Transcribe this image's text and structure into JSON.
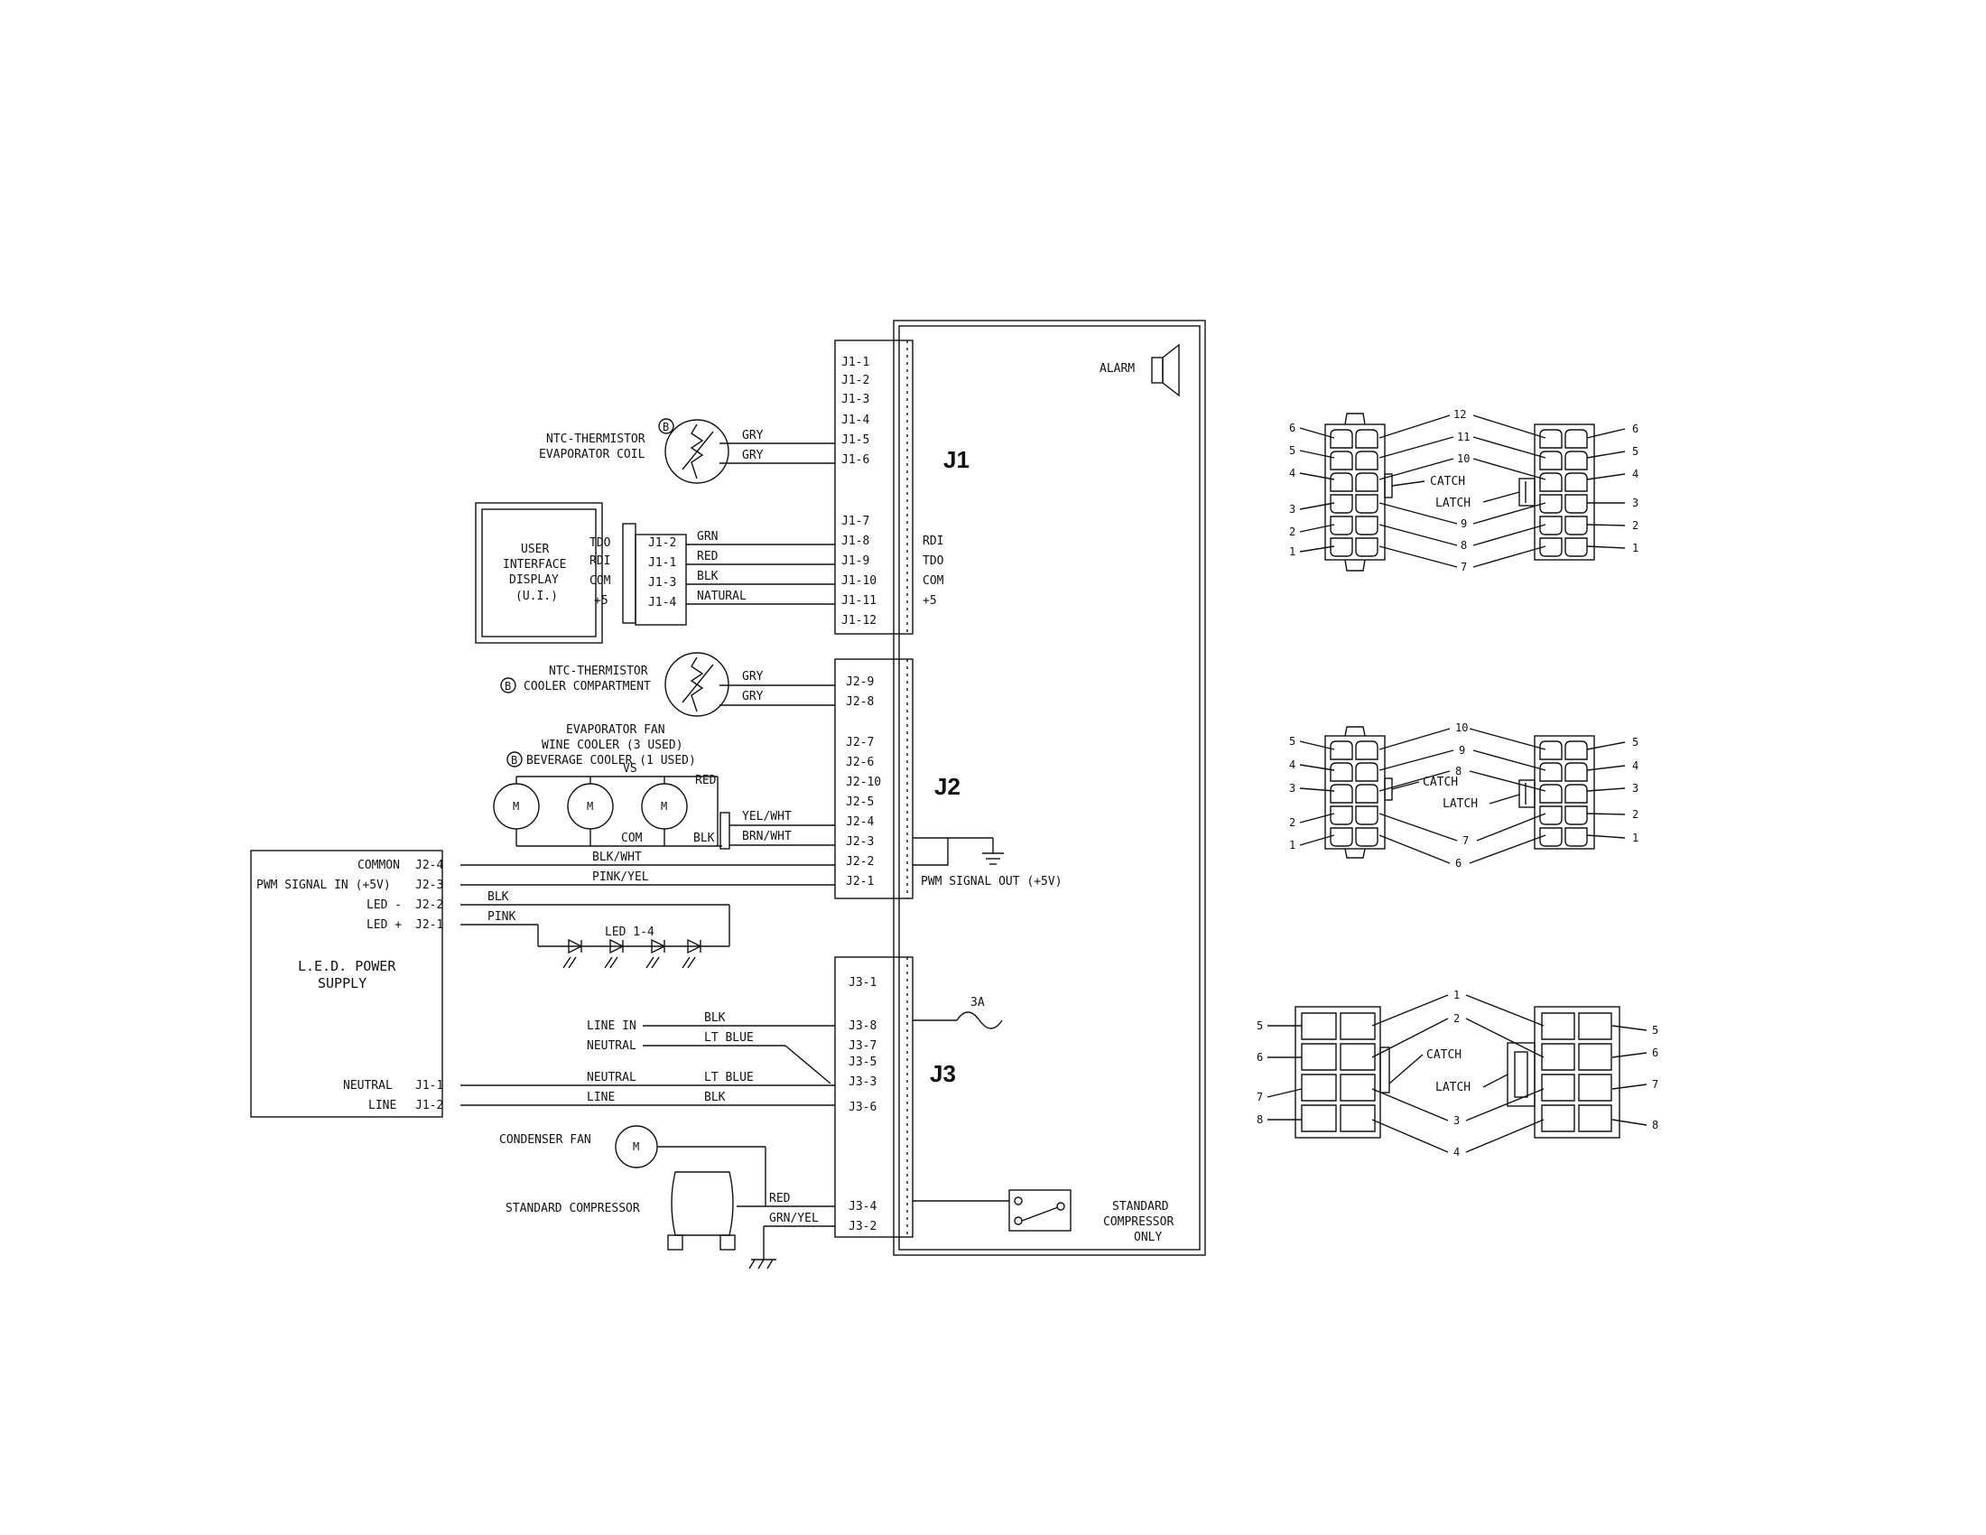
{
  "board": {
    "j1_title": "J1",
    "j2_title": "J2",
    "j3_title": "J3",
    "alarm": "ALARM",
    "j1_pins": [
      "J1-1",
      "J1-2",
      "J1-3",
      "J1-4",
      "J1-5",
      "J1-6",
      "J1-7",
      "J1-8",
      "J1-9",
      "J1-10",
      "J1-11",
      "J1-12"
    ],
    "j1_signals": [
      "RDI",
      "TDO",
      "COM",
      "+5"
    ],
    "j2_pins": [
      "J2-9",
      "J2-8",
      "J2-7",
      "J2-6",
      "J2-10",
      "J2-5",
      "J2-4",
      "J2-3",
      "J2-2",
      "J2-1"
    ],
    "j3_pins": [
      "J3-1",
      "J3-8",
      "J3-7",
      "J3-5",
      "J3-3",
      "J3-6",
      "J3-4",
      "J3-2"
    ],
    "pwm_out": "PWM SIGNAL OUT (+5V)",
    "fuse": "3A",
    "relay_lines": [
      "STANDARD",
      "COMPRESSOR",
      "ONLY"
    ]
  },
  "ntc_evap": {
    "lines": [
      "NTC-THERMISTOR",
      "EVAPORATOR COIL"
    ],
    "marker": "B",
    "wires": [
      "GRY",
      "GRY"
    ]
  },
  "ui": {
    "lines": [
      "USER",
      "INTERFACE",
      "DISPLAY",
      "(U.I.)"
    ],
    "pins_left": [
      "TDO",
      "RDI",
      "COM",
      "+5"
    ],
    "pins": [
      "J1-2",
      "J1-1",
      "J1-3",
      "J1-4"
    ],
    "wires": [
      "GRN",
      "RED",
      "BLK",
      "NATURAL"
    ]
  },
  "ntc_cooler": {
    "lines": [
      "NTC-THERMISTOR",
      "COOLER COMPARTMENT"
    ],
    "marker": "B",
    "wires": [
      "GRY",
      "GRY"
    ]
  },
  "fans": {
    "lines": [
      "EVAPORATOR FAN",
      "WINE COOLER (3 USED)",
      "BEVERAGE COOLER (1 USED)"
    ],
    "marker": "B",
    "motor": "M",
    "vs": "VS",
    "com": "COM",
    "red": "RED",
    "blk": "BLK",
    "wires": [
      "YEL/WHT",
      "BRN/WHT"
    ]
  },
  "led_supply": {
    "lines": [
      "L.E.D. POWER",
      "SUPPLY"
    ],
    "labels": [
      "COMMON",
      "PWM SIGNAL IN (+5V)",
      "LED -",
      "LED +",
      "NEUTRAL",
      "LINE"
    ],
    "pins": [
      "J2-4",
      "J2-3",
      "J2-2",
      "J2-1",
      "J1-1",
      "J1-2"
    ],
    "wires": [
      "BLK/WHT",
      "PINK/YEL",
      "BLK",
      "PINK"
    ],
    "led_label": "LED 1-4"
  },
  "power": {
    "line_in": "LINE IN",
    "neutral": "NEUTRAL",
    "w_blk": "BLK",
    "w_ltblue": "LT BLUE",
    "n2": "NEUTRAL",
    "w_ltblue2": "LT BLUE",
    "line2": "LINE",
    "w_blk2": "BLK"
  },
  "compressor": {
    "condenser_fan": "CONDENSER FAN",
    "motor": "M",
    "label": "STANDARD COMPRESSOR",
    "wires": [
      "RED",
      "GRN/YEL"
    ]
  },
  "conn12": {
    "left_nums": [
      "6",
      "5",
      "4",
      "3",
      "2",
      "1"
    ],
    "mid_nums": [
      "12",
      "11",
      "10",
      "9",
      "8",
      "7"
    ],
    "right_nums": [
      "6",
      "5",
      "4",
      "3",
      "2",
      "1"
    ],
    "catch": "CATCH",
    "latch": "LATCH"
  },
  "conn10": {
    "left_nums": [
      "5",
      "4",
      "3",
      "2",
      "1"
    ],
    "mid_nums": [
      "10",
      "9",
      "8",
      "7",
      "6"
    ],
    "right_nums": [
      "5",
      "4",
      "3",
      "2",
      "1"
    ],
    "catch": "CATCH",
    "latch": "LATCH"
  },
  "conn8": {
    "left_nums": [
      "5",
      "6",
      "7",
      "8"
    ],
    "mid_nums": [
      "1",
      "2",
      "3",
      "4"
    ],
    "right_nums": [
      "5",
      "6",
      "7",
      "8"
    ],
    "catch": "CATCH",
    "latch": "LATCH"
  }
}
